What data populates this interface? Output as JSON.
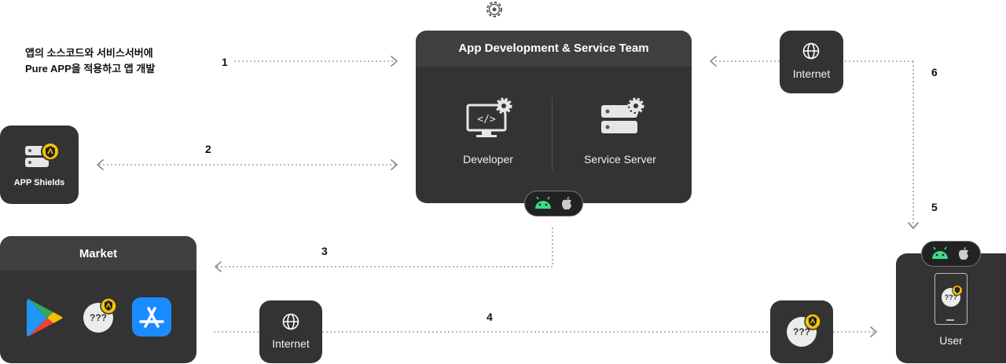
{
  "note": {
    "line1": "앱의 소스코드와 서비스서버에",
    "line2": "Pure APP을 적용하고 앱 개발"
  },
  "steps": {
    "s1": "1",
    "s2": "2",
    "s3": "3",
    "s4": "4",
    "s5": "5",
    "s6": "6"
  },
  "team": {
    "title": "App Development & Service Team",
    "developer": "Developer",
    "server": "Service Server"
  },
  "shields": {
    "label": "APP Shields"
  },
  "market": {
    "title": "Market",
    "badge": "???"
  },
  "internet": {
    "label": "Internet"
  },
  "app_badge": "???",
  "user": {
    "label": "User",
    "badge": "???"
  },
  "colors": {
    "card": "#333333",
    "header": "#3f3f3f",
    "android": "#3ddc84",
    "shield": "#f5c400",
    "appstore": "#1a8cff",
    "arrow": "#9a9aa8"
  },
  "icons": [
    "gear-icon",
    "code-monitor-icon",
    "server-icon",
    "android-icon",
    "apple-icon",
    "globe-icon",
    "google-play-icon",
    "app-store-icon",
    "shield-icon",
    "phone-icon"
  ]
}
